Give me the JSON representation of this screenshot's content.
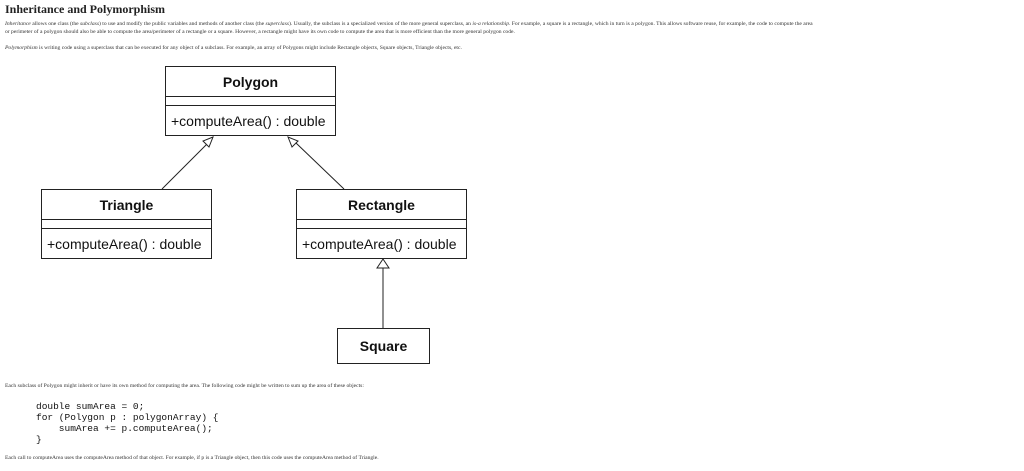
{
  "title": "Inheritance and Polymorphism",
  "intro": {
    "line1_term": "Inheritance",
    "line1_a": " allows one class (the ",
    "line1_sub": "subclass",
    "line1_b": ") to use and modify the public variables and methods of another class (the ",
    "line1_sup": "superclass",
    "line1_c": "). Usually, the subclass is a specialized version of the more general superclass, an ",
    "line1_isa": "is-a relationship",
    "line1_d": ". For example, a square is a rectangle, which in turn is a polygon. This allows software reuse, for example, the code to compute the area",
    "line2": "or perimeter of a polygon should also be able to compute the area/perimeter of a rectangle or a square. However, a rectangle might have its own code to compute the area that is more efficient than the more general polygon code.",
    "poly_term": "Polymorphism",
    "poly_text": " is writing code using a superclass that can be executed for any object of a subclass. For example, an array of Polygons might include Rectangle objects, Square objects, Triangle objects, etc."
  },
  "diagram": {
    "polygon": {
      "name": "Polygon",
      "method": "+computeArea() : double"
    },
    "triangle": {
      "name": "Triangle",
      "method": "+computeArea() : double"
    },
    "rectangle": {
      "name": "Rectangle",
      "method": "+computeArea() : double"
    },
    "square": {
      "name": "Square"
    }
  },
  "after_diagram": "Each subclass of Polygon might inherit or have its own method for computing the area. The following code might be written to sum up the area of these objects:",
  "code": "double sumArea = 0;\nfor (Polygon p : polygonArray) {\n    sumArea += p.computeArea();\n}",
  "closing": "Each call to computeArea uses the computeArea method of that object. For example, if p is a Triangle object, then this code uses the computeArea method of Triangle."
}
